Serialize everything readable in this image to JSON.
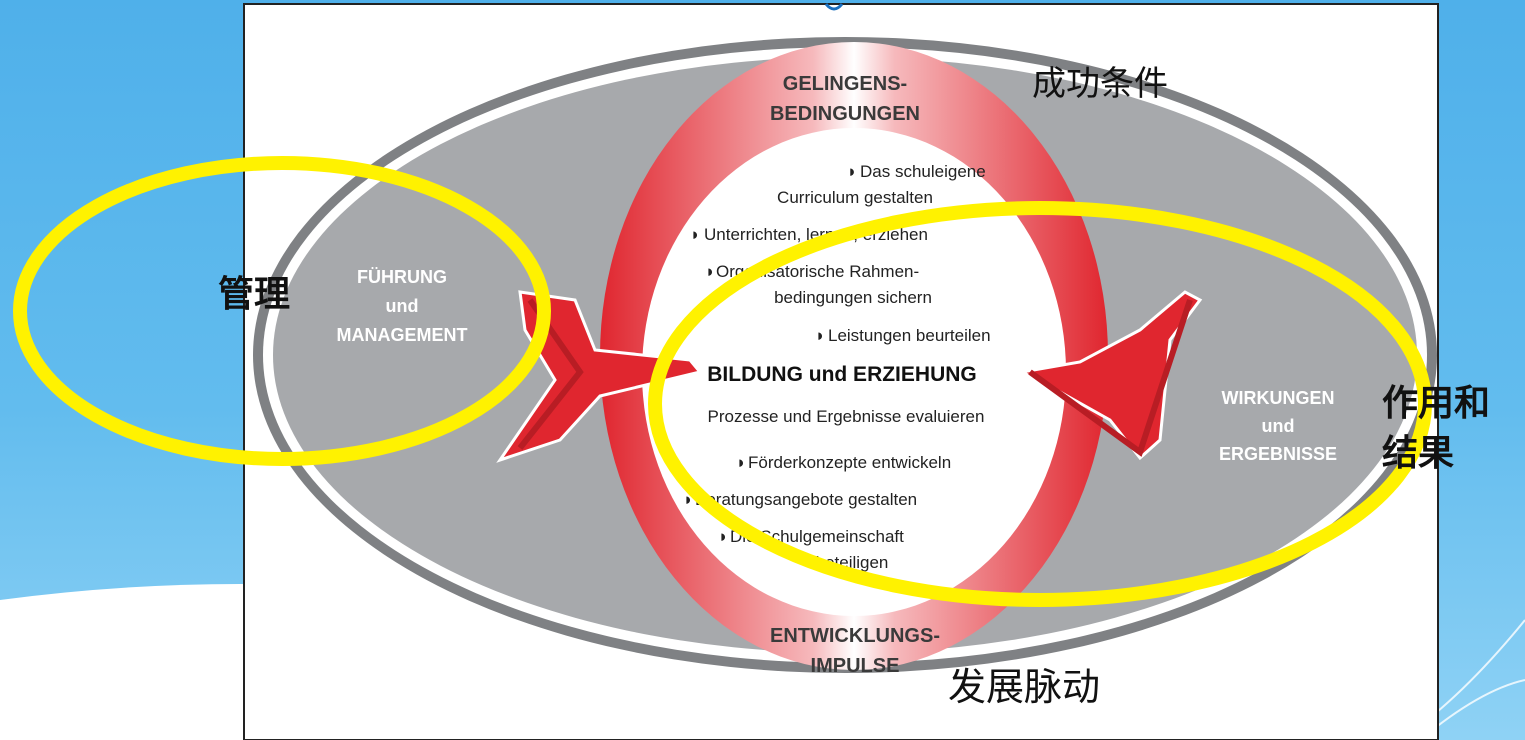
{
  "diagram": {
    "top_header_line1": "GELINGENS-",
    "top_header_line2": "BEDINGUNGEN",
    "bottom_header_line1": "ENTWICKLUNGS-",
    "bottom_header_line2": "IMPULSE",
    "left_line1": "FÜHRUNG",
    "left_line2": "und",
    "left_line3": "MANAGEMENT",
    "right_line1": "WIRKUNGEN",
    "right_line2": "und",
    "right_line3": "ERGEBNISSE",
    "center_title": "BILDUNG und ERZIEHUNG",
    "items": [
      "Das schuleigene",
      "Curriculum gestalten",
      "Unterrichten, lernen, erziehen",
      "Organisatorische Rahmen-",
      "bedingungen sichern",
      "Leistungen beurteilen",
      "Prozesse und Ergebnisse evaluieren",
      "Förderkonzepte entwickeln",
      "Beratungsangebote gestalten",
      "Die Schulgemeinschaft",
      "beteiligen"
    ]
  },
  "annotations": {
    "top": "成功条件",
    "left": "管理",
    "right_line1": "作用和",
    "right_line2": "结果",
    "bottom": "发展脉动"
  },
  "colors": {
    "background_blue": "#5bb7ec",
    "ellipse_gray": "#a7a9ac",
    "ring_red": "#e0262f",
    "highlight_yellow": "#fff200"
  }
}
